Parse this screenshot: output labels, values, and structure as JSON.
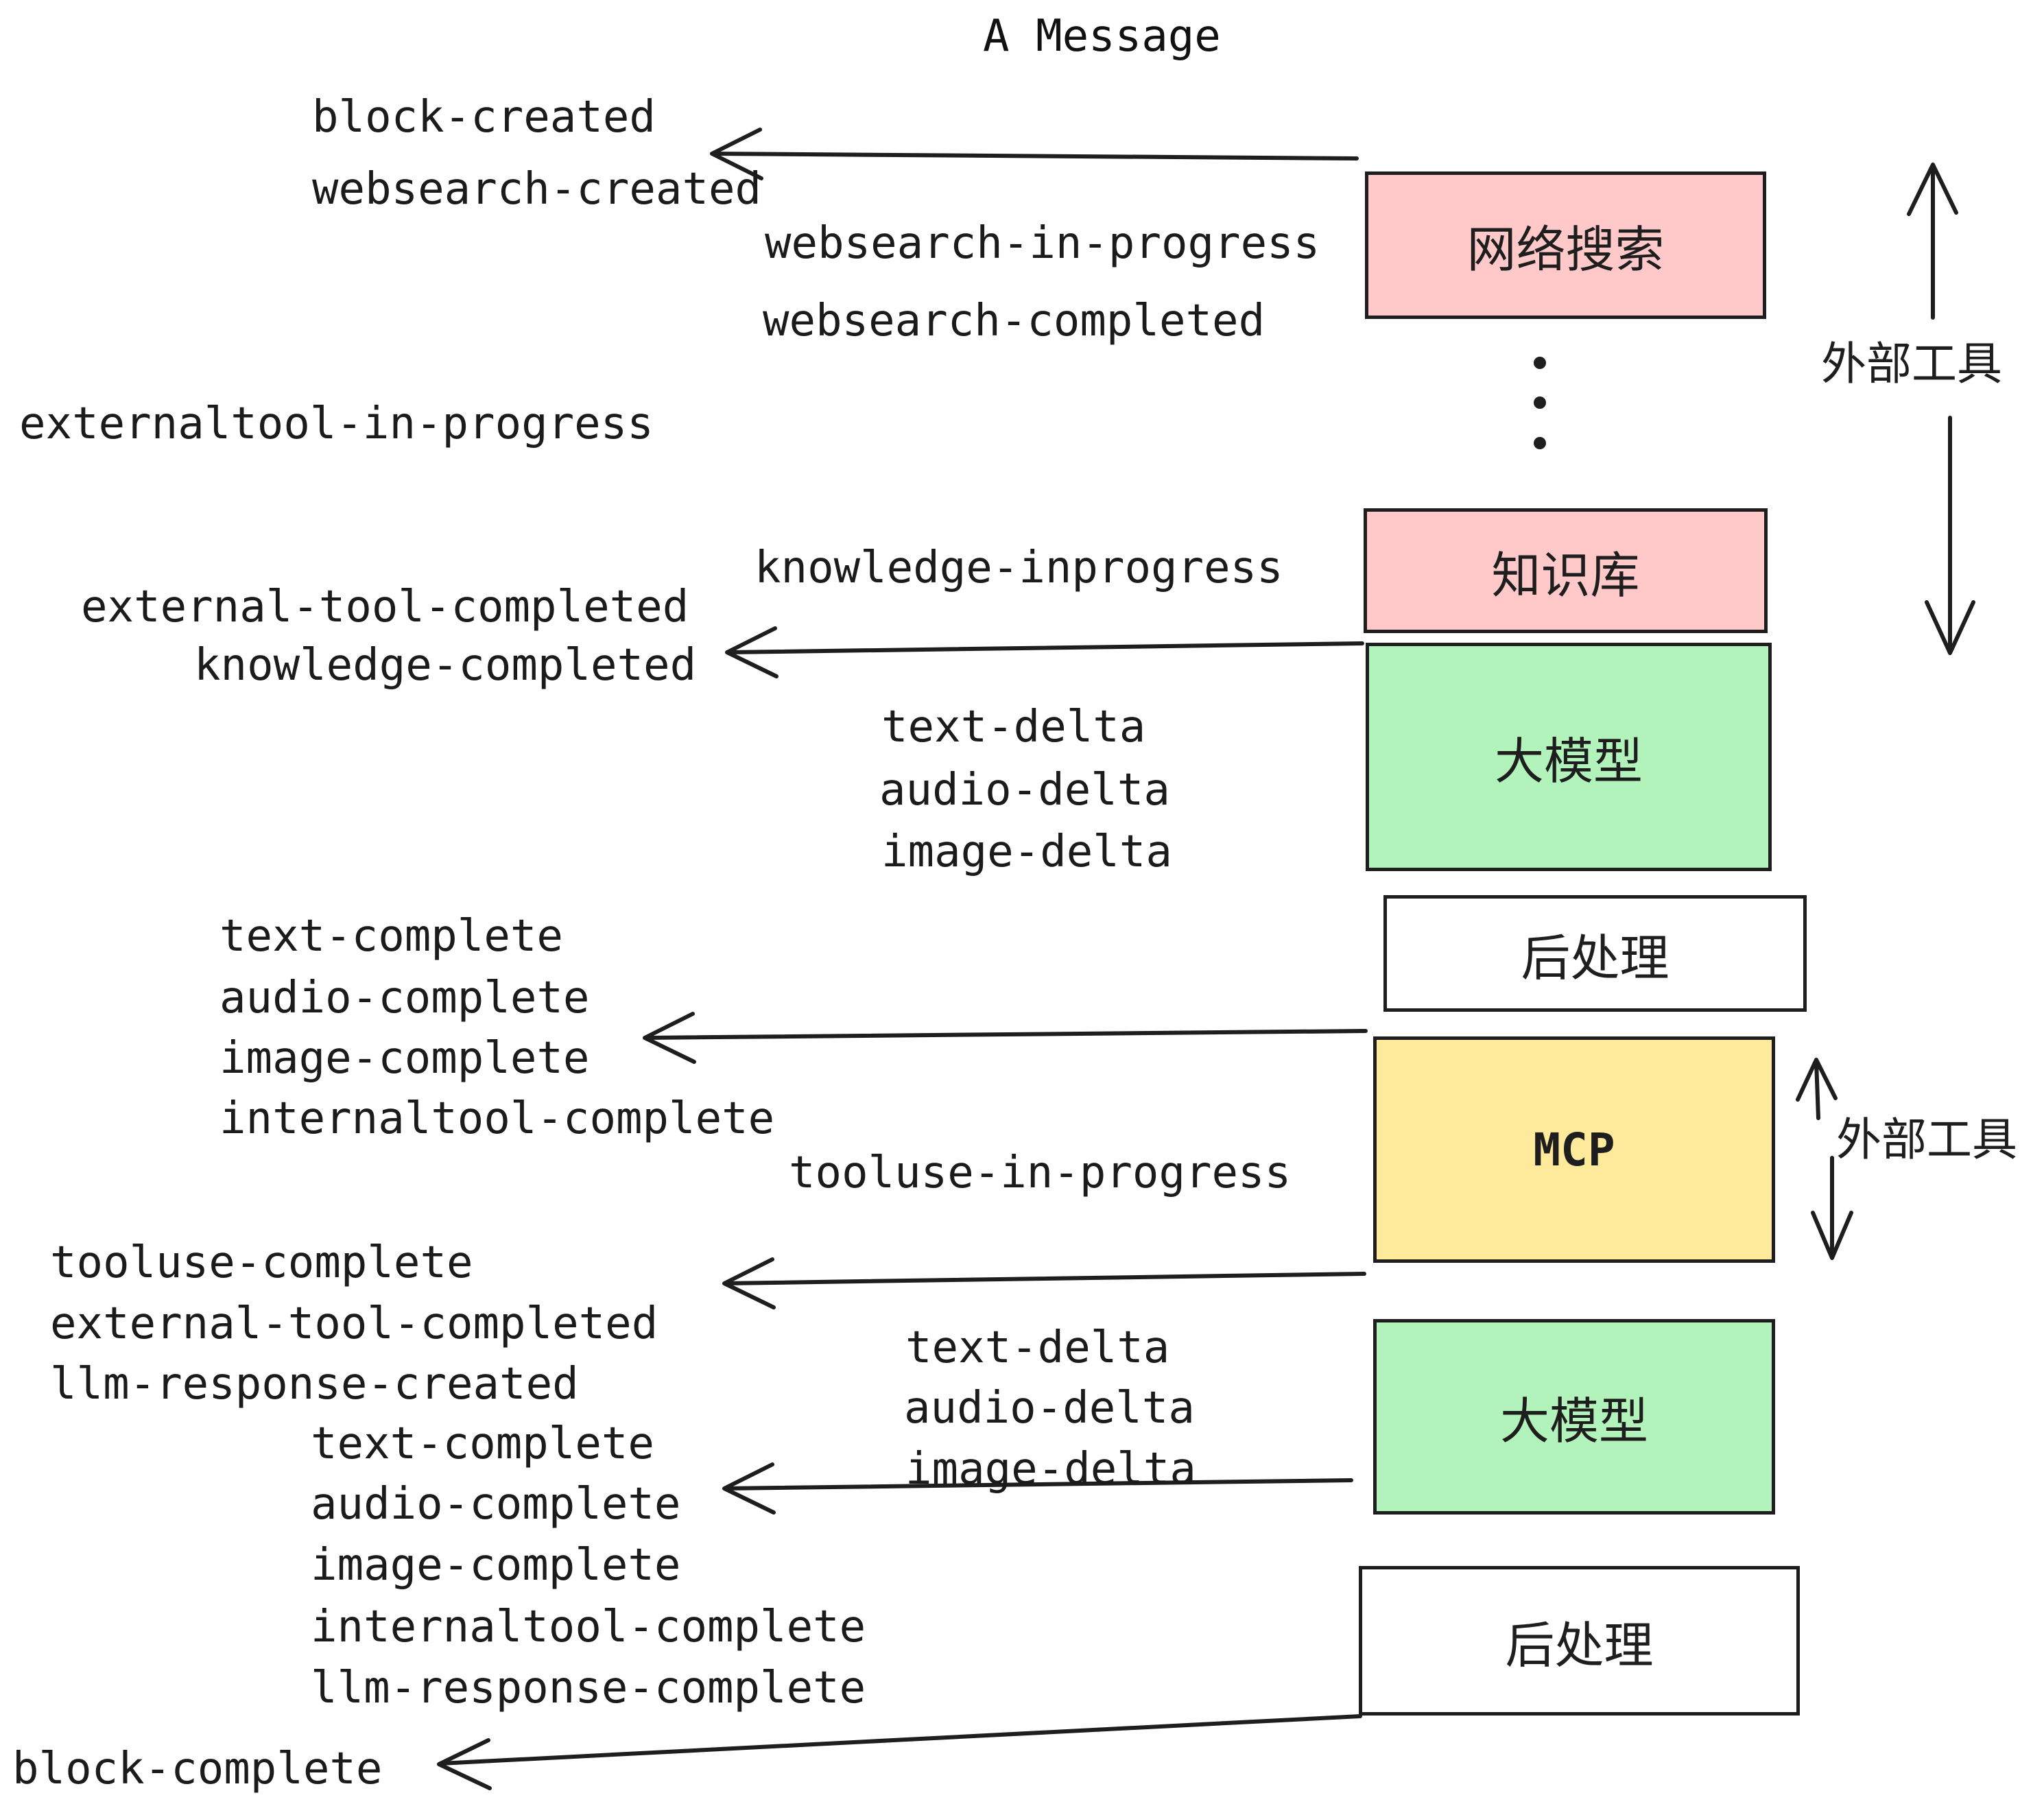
{
  "title": "A Message",
  "colors": {
    "pink": "#ffc9c9",
    "green": "#b2f2bb",
    "yellow": "#ffe99b",
    "white": "#ffffff",
    "ink": "#1e1e1e"
  },
  "boxes": {
    "websearch": {
      "label": "网络搜索"
    },
    "knowledge": {
      "label": "知识库"
    },
    "llm1": {
      "label": "大模型"
    },
    "post1": {
      "label": "后处理"
    },
    "mcp": {
      "label": "MCP"
    },
    "llm2": {
      "label": "大模型"
    },
    "post2": {
      "label": "后处理"
    }
  },
  "annotations": {
    "external_tools_top": "外部工具",
    "external_tools_mcp": "外部工具"
  },
  "events": [
    {
      "text": "block-created"
    },
    {
      "text": "websearch-created"
    },
    {
      "text": "websearch-in-progress"
    },
    {
      "text": "websearch-completed"
    },
    {
      "text": "externaltool-in-progress"
    },
    {
      "text": "knowledge-inprogress"
    },
    {
      "text": "external-tool-completed"
    },
    {
      "text": "knowledge-completed"
    },
    {
      "text": "text-delta"
    },
    {
      "text": "audio-delta"
    },
    {
      "text": "image-delta"
    },
    {
      "text": "text-complete"
    },
    {
      "text": "audio-complete"
    },
    {
      "text": "image-complete"
    },
    {
      "text": "internaltool-complete"
    },
    {
      "text": "tooluse-in-progress"
    },
    {
      "text": "tooluse-complete"
    },
    {
      "text": "external-tool-completed"
    },
    {
      "text": "llm-response-created"
    },
    {
      "text": "text-complete"
    },
    {
      "text": "audio-complete"
    },
    {
      "text": "image-complete"
    },
    {
      "text": "internaltool-complete"
    },
    {
      "text": "llm-response-complete"
    },
    {
      "text": "block-complete"
    },
    {
      "text": "text-delta"
    },
    {
      "text": "audio-delta"
    },
    {
      "text": "image-delta"
    }
  ]
}
